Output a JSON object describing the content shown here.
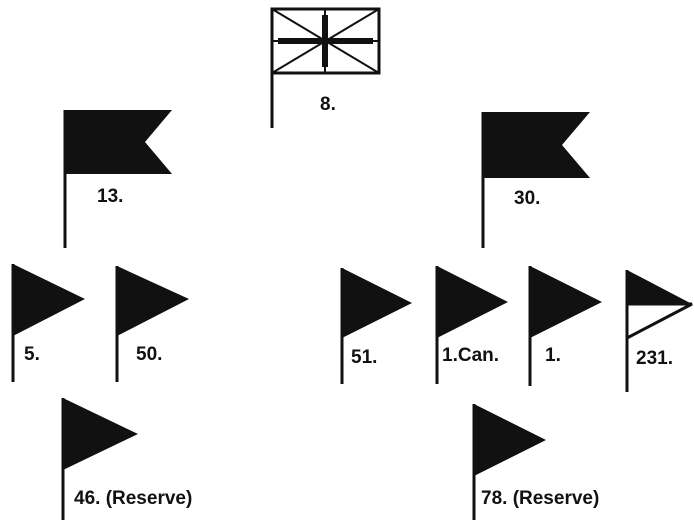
{
  "colors": {
    "ink": "#111111",
    "paper": "#ffffff"
  },
  "flags": [
    {
      "id": "hq",
      "label": "8.",
      "kind": "union-jack-icon"
    },
    {
      "id": "div-13",
      "label": "13.",
      "kind": "swallowtail-flag-icon"
    },
    {
      "id": "div-30",
      "label": "30.",
      "kind": "swallowtail-flag-icon"
    },
    {
      "id": "unit-5",
      "label": "5.",
      "kind": "pennant-icon"
    },
    {
      "id": "unit-50",
      "label": "50.",
      "kind": "pennant-icon"
    },
    {
      "id": "unit-51",
      "label": "51.",
      "kind": "pennant-icon"
    },
    {
      "id": "unit-1-can",
      "label": "1.Can.",
      "kind": "pennant-icon"
    },
    {
      "id": "unit-1",
      "label": "1.",
      "kind": "pennant-icon"
    },
    {
      "id": "unit-231",
      "label": "231.",
      "kind": "half-pennant-icon"
    },
    {
      "id": "unit-46",
      "label": "46. (Reserve)",
      "kind": "pennant-icon"
    },
    {
      "id": "unit-78",
      "label": "78. (Reserve)",
      "kind": "pennant-icon"
    }
  ]
}
